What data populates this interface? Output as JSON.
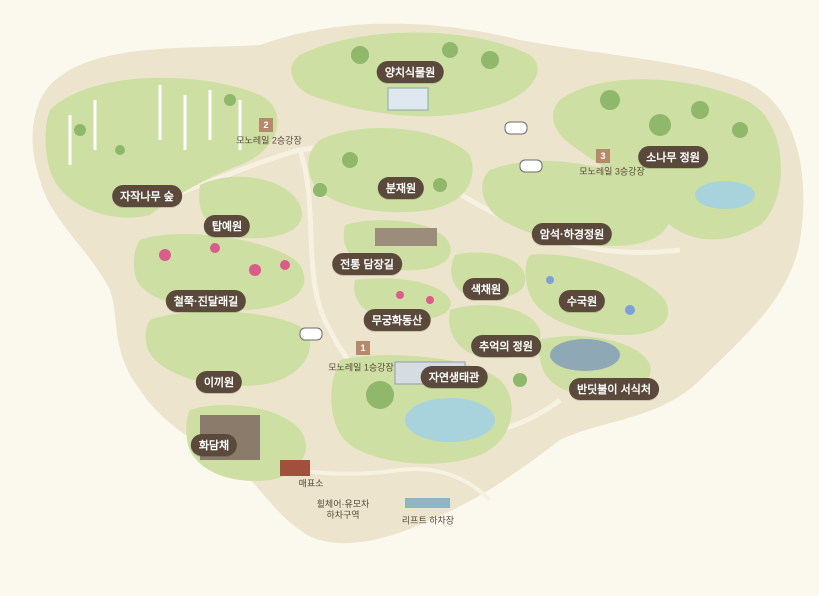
{
  "colors": {
    "ground": "#ece4cd",
    "garden": "#cddfa3",
    "garden_dark": "#b7cf86",
    "label_bg": "#5b4a3b",
    "water": "#a9d3dc",
    "path": "#f6f1e1"
  },
  "gardens": [
    {
      "id": "yangchi",
      "name": "양치식물원"
    },
    {
      "id": "jajak",
      "name": "자작나무 숲"
    },
    {
      "id": "tapye",
      "name": "탑예원"
    },
    {
      "id": "bunjae",
      "name": "분재원"
    },
    {
      "id": "sonamu",
      "name": "소나무 정원"
    },
    {
      "id": "amseok",
      "name": "암석·하경정원"
    },
    {
      "id": "jeontong",
      "name": "전통 담장길"
    },
    {
      "id": "saekchae",
      "name": "색채원"
    },
    {
      "id": "cheoljjuk",
      "name": "철쭉·진달래길"
    },
    {
      "id": "suguk",
      "name": "수국원"
    },
    {
      "id": "mugung",
      "name": "무궁화동산"
    },
    {
      "id": "chueok",
      "name": "추억의 정원"
    },
    {
      "id": "ikki",
      "name": "이끼원"
    },
    {
      "id": "jayeon",
      "name": "자연생태관"
    },
    {
      "id": "bandit",
      "name": "반딧불이 서식처"
    },
    {
      "id": "hwadam",
      "name": "화담채"
    }
  ],
  "stations": [
    {
      "id": "st2",
      "number": "2",
      "name": "모노레일 2승강장"
    },
    {
      "id": "st3",
      "number": "3",
      "name": "모노레일 3승강장"
    },
    {
      "id": "st1",
      "number": "1",
      "name": "모노레일 1승강장"
    }
  ],
  "facilities": {
    "ticket": "매표소",
    "wheelchair": "휠체어·유모차\n하차구역",
    "lift": "리프트 하차장"
  }
}
